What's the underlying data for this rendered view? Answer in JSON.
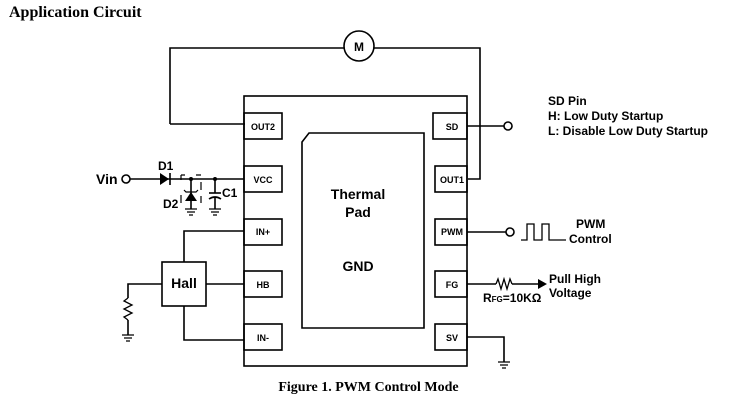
{
  "heading": "Application Circuit",
  "caption": "Figure 1. PWM Control Mode",
  "motor": {
    "label": "M"
  },
  "chip": {
    "thermal_pad": {
      "line1": "Thermal",
      "line2": "Pad",
      "gnd": "GND"
    },
    "left_pins": [
      "OUT2",
      "VCC",
      "IN+",
      "HB",
      "IN-"
    ],
    "right_pins": [
      "SD",
      "OUT1",
      "PWM",
      "FG",
      "SV"
    ]
  },
  "vin": {
    "label": "Vin"
  },
  "components": {
    "d1": "D1",
    "d2": "D2",
    "c1": "C1",
    "hall": "Hall"
  },
  "sd_note": {
    "title": "SD Pin",
    "high": "H: Low Duty Startup",
    "low": "L: Disable Low Duty Startup"
  },
  "pwm_note": {
    "line1": "PWM",
    "line2": "Control"
  },
  "fg_note": {
    "resistor_prefix": "R",
    "resistor_sub": "FG",
    "resistor_value": "=10KΩ",
    "line1": "Pull High",
    "line2": "Voltage"
  }
}
